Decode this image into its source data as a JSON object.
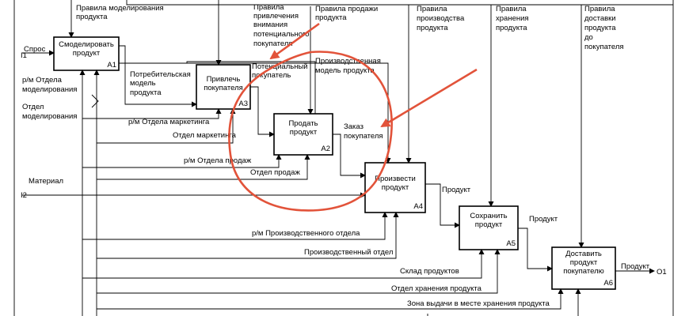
{
  "boxes": {
    "a1": {
      "line1": "Смоделировать",
      "line2": "продукт",
      "num": "A1"
    },
    "a3": {
      "line1": "Привлечь",
      "line2": "покупателя",
      "num": "A3"
    },
    "a2": {
      "line1": "Продать",
      "line2": "продукт",
      "num": "A2"
    },
    "a4": {
      "line1": "Произвести",
      "line2": "продукт",
      "num": "A4"
    },
    "a5": {
      "line1": "Сохранить",
      "line2": "продукт",
      "num": "A5"
    },
    "a6": {
      "line1": "Доставить",
      "line2": "продукт",
      "line3": "покупателю",
      "num": "A6"
    }
  },
  "controls": {
    "c_model": "Правила моделирования продукта",
    "c_attract": [
      "Правила",
      "привлечения",
      "внимания",
      "потенциального",
      "покупателя"
    ],
    "c_sell": [
      "Правила продажи",
      "продукта"
    ],
    "c_produce": [
      "Правила",
      "производства",
      "продукта"
    ],
    "c_store": [
      "Правила",
      "хранения",
      "продукта"
    ],
    "c_deliver": [
      "Правила",
      "доставки",
      "продукта",
      "до",
      "покупателя"
    ]
  },
  "inputs": {
    "i1_code": "I1",
    "i1_name": "Спрос",
    "i2_code": "I2",
    "i2_name": "Материал"
  },
  "arrows": {
    "consumer_model": [
      "Потребительская",
      "модель",
      "продукта"
    ],
    "potential_buyer": [
      "Потенциальный",
      "покупатель"
    ],
    "production_model": [
      "Производственная",
      "модель продукта"
    ],
    "order": [
      "Заказ",
      "покупателя"
    ],
    "product_a4": "Продукт",
    "product_a5": "Продукт",
    "product_out": "Продукт",
    "o1_code": "O1"
  },
  "mechanisms": {
    "rm_model": [
      "р/м Отдела",
      "моделирования"
    ],
    "dept_model": [
      "Отдел",
      "моделирования"
    ],
    "rm_marketing": "р/м Отдела маркетинга",
    "dept_marketing": "Отдел маркетинга",
    "rm_sales": "р/м Отдела продаж",
    "dept_sales": "Отдел продаж",
    "rm_production": "р/м Производственного отдела",
    "dept_production": "Производственный отдел",
    "warehouse": "Склад продуктов",
    "dept_storage": "Отдел хранения продукта",
    "pickup_zone": "Зона выдачи в месте хранения продукта"
  },
  "colors": {
    "highlight": "#e2533a",
    "line": "#000000",
    "background": "#ffffff"
  }
}
